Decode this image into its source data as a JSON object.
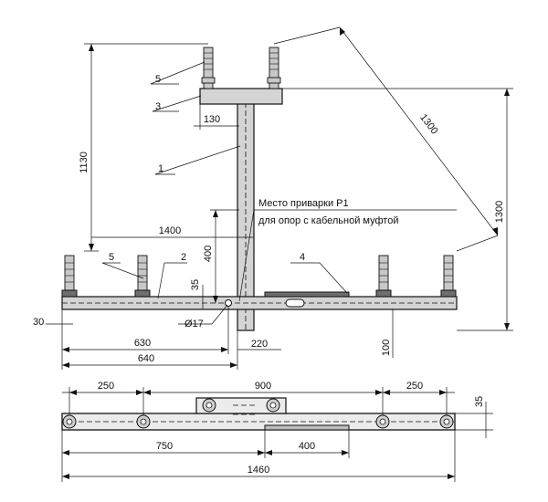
{
  "labels": {
    "part_1": "1",
    "part_2": "2",
    "part_3": "3",
    "part_4": "4",
    "part_5_top": "5",
    "part_5_bottom": "5",
    "weld_note_line1": "Место приварки Р1",
    "weld_note_line2": "для опор с кабельной муфтой",
    "hole_diameter": "Ø17"
  },
  "dimensions": {
    "overall_height": "1130",
    "top_plate_offset": "130",
    "diag_span": "1300",
    "right_height": "1300",
    "beam_length": "1400",
    "height_400": "400",
    "offset_35": "35",
    "end_30": "30",
    "dim_630": "630",
    "dim_640": "640",
    "dim_220": "220",
    "dim_100": "100",
    "plan_250_left": "250",
    "plan_900": "900",
    "plan_250_right": "250",
    "plan_35": "35",
    "plan_750": "750",
    "plan_400": "400",
    "plan_1460": "1460"
  }
}
